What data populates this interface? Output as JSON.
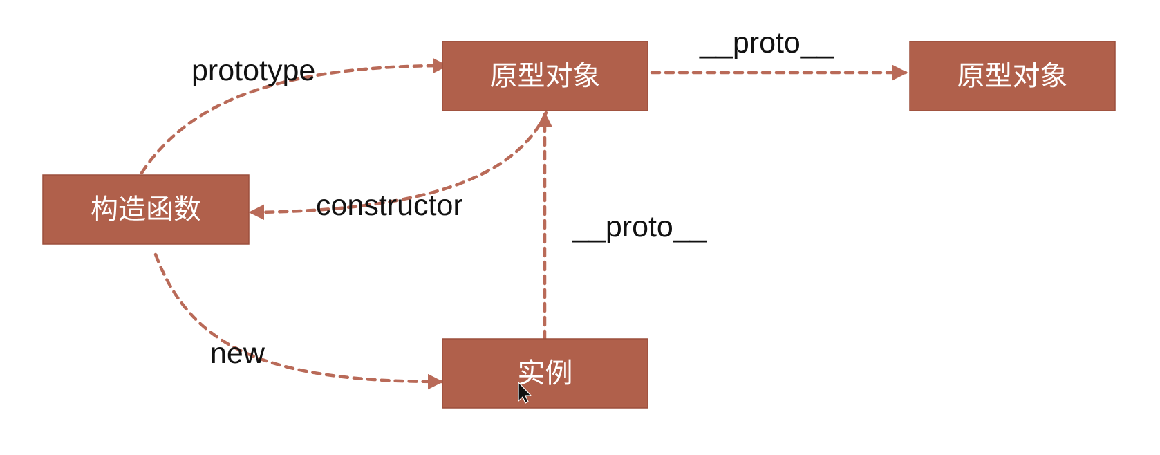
{
  "diagram": {
    "nodes": {
      "prototype_object": {
        "label": "原型对象"
      },
      "prototype_object_parent": {
        "label": "原型对象"
      },
      "constructor_function": {
        "label": "构造函数"
      },
      "instance": {
        "label": "实例"
      }
    },
    "edges": {
      "prototype": {
        "label": "prototype"
      },
      "proto_to_parent": {
        "label": "__proto__"
      },
      "constructor": {
        "label": "constructor"
      },
      "instance_proto": {
        "label": "__proto__"
      },
      "new": {
        "label": "new"
      }
    },
    "colors": {
      "node_fill": "#b0604b",
      "edge_stroke": "#b96a58",
      "node_text": "#ffffff",
      "edge_text": "#111111"
    }
  }
}
